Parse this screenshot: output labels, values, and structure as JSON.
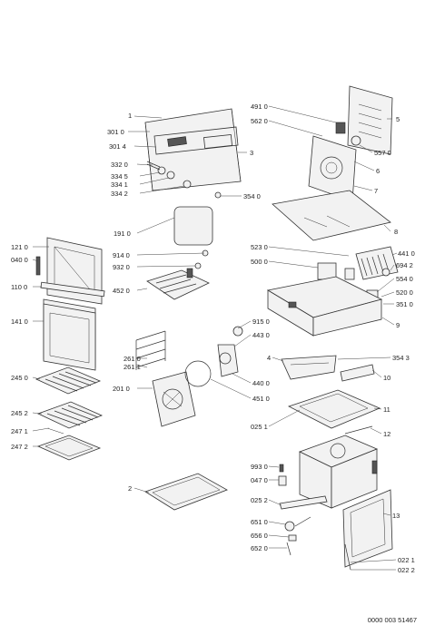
{
  "labels": {
    "l1": "1",
    "l301_0": "301 0",
    "l301_4": "301 4",
    "l332_0": "332 0",
    "l334_5": "334 5",
    "l334_1": "334 1",
    "l334_2": "334 2",
    "l3": "3",
    "l354_0": "354 0",
    "l491_0": "491 0",
    "l562_0": "562 0",
    "l5": "5",
    "l557_0": "557 0",
    "l6": "6",
    "l7": "7",
    "l191_0": "191 0",
    "l8": "8",
    "l121_0": "121 0",
    "l040_0": "040 0",
    "l914_0": "914 0",
    "l932_0": "932 0",
    "l523_0": "523 0",
    "l500_0": "500 0",
    "l441_0": "441 0",
    "l694_2": "694 2",
    "l554_0": "554 0",
    "l110_0": "110 0",
    "l452_0": "452 0",
    "l520_0": "520 0",
    "l351_0": "351 0",
    "l9": "9",
    "l141_0": "141 0",
    "l915_0": "915 0",
    "l443_0": "443 0",
    "l261_0": "261 0",
    "l261_1": "261 1",
    "l4": "4",
    "l354_3": "354 3",
    "l245_0": "245 0",
    "l201_0": "201 0",
    "l440_0": "440 0",
    "l10": "10",
    "l451_0": "451 0",
    "l245_2": "245 2",
    "l11": "11",
    "l025_1": "025 1",
    "l247_1": "247 1",
    "l12": "12",
    "l247_2": "247 2",
    "l993_0": "993 0",
    "l047_0": "047 0",
    "l2": "2",
    "l025_2": "025 2",
    "l13": "13",
    "l651_0": "651 0",
    "l656_0": "656 0",
    "l652_0": "652 0",
    "l022_1": "022 1",
    "l022_2": "022 2"
  },
  "footer": {
    "code": "0000 003 51467"
  }
}
